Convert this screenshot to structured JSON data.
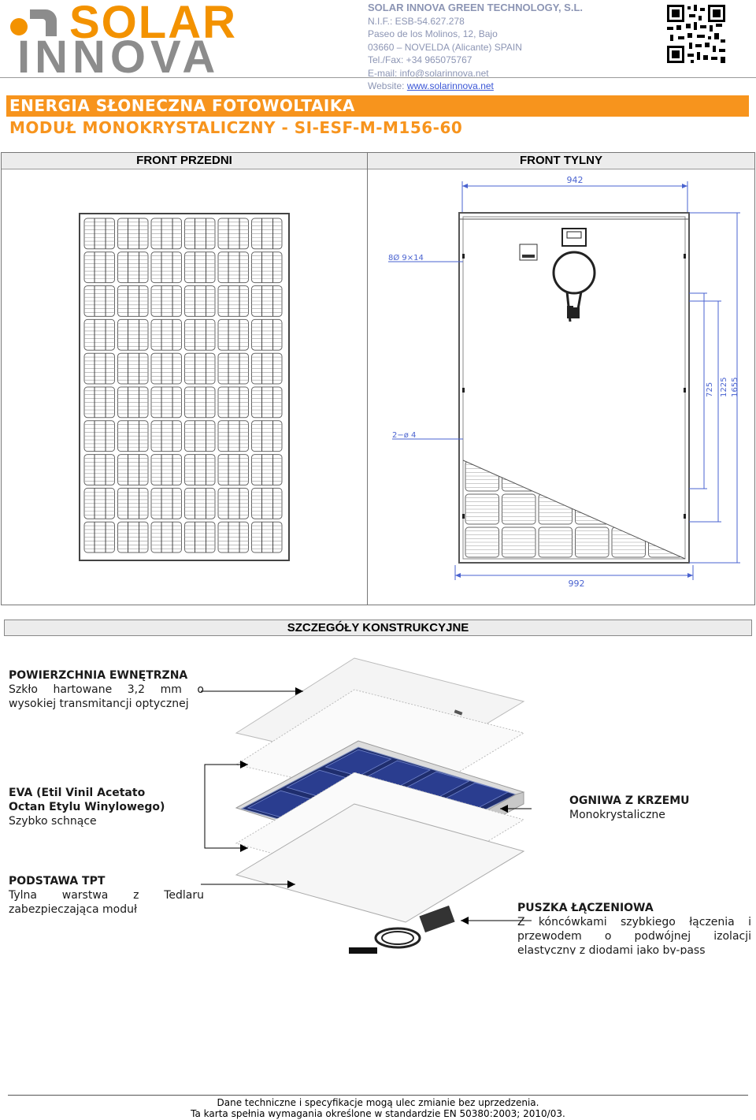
{
  "header": {
    "logo_top": "SOLAR",
    "logo_bottom": "INNOVA",
    "company_name": "SOLAR INNOVA GREEN TECHNOLOGY, S.L.",
    "nif": "N.I.F.: ESB-54.627.278",
    "address1": "Paseo de los Molinos, 12, Bajo",
    "address2": "03660 – NOVELDA (Alicante) SPAIN",
    "telfax": "Tel./Fax: +34 965075767",
    "email": "E-mail: info@solarinnova.net",
    "website_label": "Website: ",
    "website_link": "www.solarinnova.net"
  },
  "title": {
    "line1": "ENERGIA SŁONECZNA FOTOWOLTAIKA",
    "line2": "MODUŁ MONOKRYSTALICZNY - SI-ESF-M-M156-60"
  },
  "views": {
    "front": "FRONT PRZEDNI",
    "back": "FRONT TYLNY"
  },
  "drawing": {
    "dim_top": "942",
    "dim_bottom": "992",
    "hole_label": "8Ø 9×14",
    "hole2_label": "2−ø 4",
    "dim_725": "725",
    "dim_1225": "1225",
    "dim_1655": "1655"
  },
  "construction": {
    "heading": "SZCZEGÓŁY KONSTRUKCYJNE",
    "surface_title": "POWIERZCHNIA EWNĘTRZNA",
    "surface_text": "Szkło hartowane 3,2 mm o wysokiej transmitancji optycznej",
    "eva_title1": "EVA (Etil Vinil Acetato",
    "eva_title2": "Octan Etylu Winylowego)",
    "eva_text": "Szybko schnące",
    "cells_title": "OGNIWA Z KRZEMU",
    "cells_text": "Monokrystaliczne",
    "tpt_title": "PODSTAWA TPT",
    "tpt_text": "Tylna warstwa z Tedlaru zabezpieczająca moduł",
    "jbox_title": "PUSZKA ŁĄCZENIOWA",
    "jbox_text": "Z kóncówkami szybkiego łączenia i przewodem o podwójnej izolacji elastyczny z diodami jako by-pass"
  },
  "footer": {
    "line1": "Dane techniczne i specyfikacje mogą ulec zmianie bez uprzedzenia.",
    "line2": "Ta karta spełnia wymagania określone w standardzie EN 50380:2003; 2010/03."
  }
}
